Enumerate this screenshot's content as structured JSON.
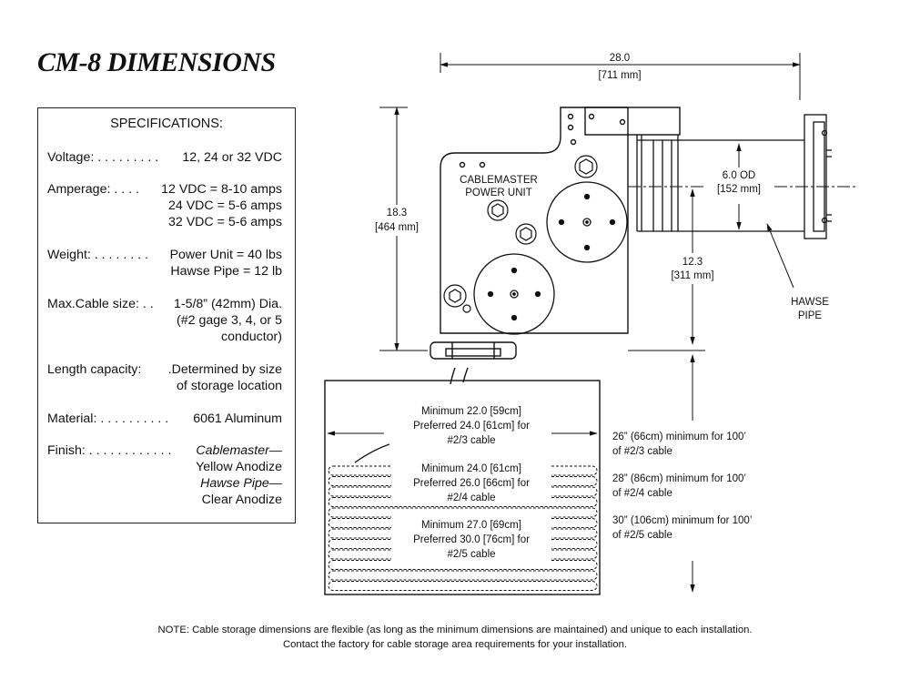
{
  "title": "CM-8 DIMENSIONS",
  "specs": {
    "heading": "SPECIFICATIONS:",
    "voltage": {
      "key": "Voltage: . . . . . . . . .",
      "value": "12, 24 or 32 VDC"
    },
    "amperage": {
      "key": "Amperage: . . . .",
      "lines": [
        "12 VDC = 8-10 amps",
        "24 VDC = 5-6 amps",
        "32 VDC = 5-6 amps"
      ]
    },
    "weight": {
      "key": "Weight: . . . . . . . .",
      "lines": [
        "Power Unit = 40 lbs",
        "Hawse Pipe = 12 lb"
      ]
    },
    "cable_size": {
      "key": "Max.Cable size: . .",
      "lines": [
        "1-5/8” (42mm) Dia.",
        "(#2 gage 3, 4, or 5",
        "conductor)"
      ]
    },
    "length": {
      "key": "Length capacity:",
      "lines": [
        ".Determined by size",
        "of storage location"
      ]
    },
    "material": {
      "key": "Material: . . . . . . . . . .",
      "value": "6061 Aluminum"
    },
    "finish": {
      "key": "Finish: . . . . . . . . . . . .",
      "lines": [
        "Cablemaster—",
        "Yellow Anodize",
        "Hawse Pipe—",
        "Clear Anodize"
      ]
    }
  },
  "diagram": {
    "width_in": "28.0",
    "width_mm": "[711 mm]",
    "height_in": "18.3",
    "height_mm": "[464 mm]",
    "power_unit_l1": "CABLEMASTER",
    "power_unit_l2": "POWER UNIT",
    "od_in": "6.0 OD",
    "od_mm": "[152 mm]",
    "pipe_height_in": "12.3",
    "pipe_height_mm": "[311 mm]",
    "hawse_l1": "HAWSE",
    "hawse_l2": "PIPE"
  },
  "storage": {
    "box1": [
      "Minimum 22.0 [59cm]",
      "Preferred 24.0 [61cm] for",
      "#2/3 cable"
    ],
    "box2": [
      "Minimum 24.0 [61cm]",
      "Preferred 26.0 [66cm] for",
      "#2/4 cable"
    ],
    "box3": [
      "Minimum 27.0 [69cm]",
      "Preferred 30.0 [76cm] for",
      "#2/5 cable"
    ],
    "side1": [
      "26” (66cm) minimum for 100’",
      "of #2/3 cable"
    ],
    "side2": [
      "28” (86cm) minimum for 100’",
      "of #2/4 cable"
    ],
    "side3": [
      "30” (106cm) minimum for 100’",
      "of #2/5 cable"
    ]
  },
  "note": [
    "NOTE: Cable storage dimensions are flexible (as long as the minimum dimensions are maintained) and unique to each installation.",
    "Contact the factory for cable storage area requirements for your installation."
  ]
}
